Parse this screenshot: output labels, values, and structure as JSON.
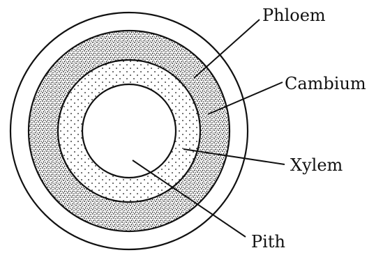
{
  "diagram": {
    "labels": {
      "phloem": "Phloem",
      "cambium": "Cambium",
      "xylem": "Xylem",
      "pith": "Pith"
    },
    "colors": {
      "ink": "#111111",
      "background": "#ffffff"
    }
  }
}
